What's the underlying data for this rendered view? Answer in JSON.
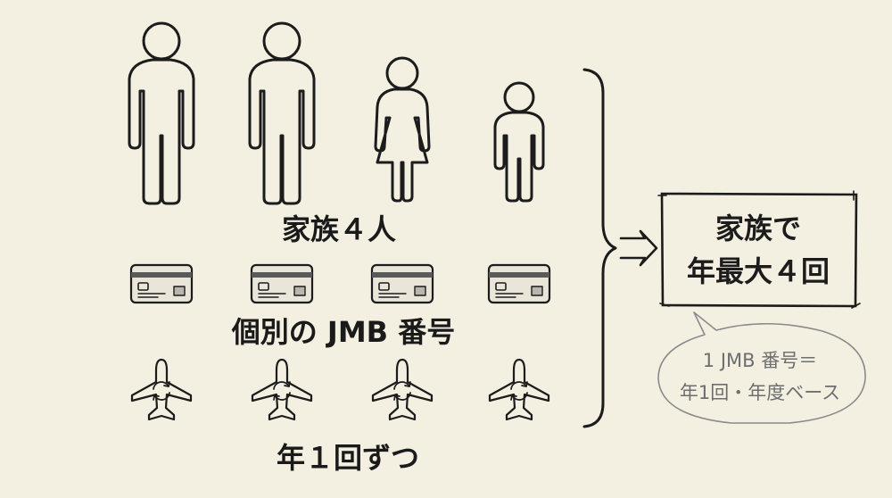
{
  "family_label": "家族４人",
  "jmb_label": "個別の JMB 番号",
  "once_label": "年１回ずつ",
  "result": {
    "line1": "家族で",
    "line2": "年最大４回"
  },
  "note": {
    "line1": "1 JMB 番号＝",
    "line2": "年1回・年度ベース"
  },
  "icons": {
    "people": [
      "man-icon",
      "man-icon",
      "woman-icon",
      "child-icon"
    ],
    "cards": [
      "card-icon",
      "card-icon",
      "card-icon",
      "card-icon"
    ],
    "planes": [
      "airplane-cycle-icon",
      "airplane-cycle-icon",
      "airplane-cycle-icon",
      "airplane-cycle-icon"
    ],
    "connectors": [
      "curly-brace-icon",
      "arrow-right-icon"
    ]
  },
  "colors": {
    "background": "#f3efe1",
    "ink": "#1c1c1c",
    "note_ink": "#6e6e6e",
    "card_fill": "#e9e5d8"
  }
}
